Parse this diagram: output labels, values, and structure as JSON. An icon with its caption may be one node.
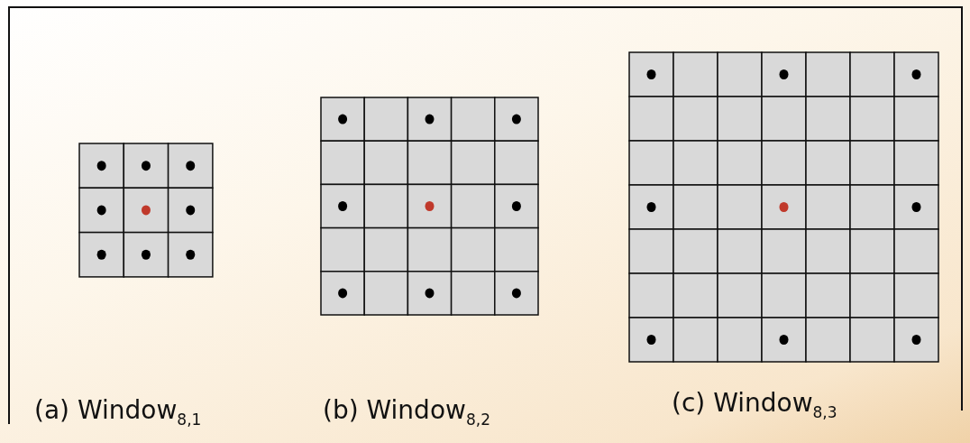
{
  "diagram": {
    "labels": [
      "(a) Window$_{8,1}$",
      "(b) Window$_{8,2}$",
      "(c) Window$_{8,3}$"
    ]
  }
}
